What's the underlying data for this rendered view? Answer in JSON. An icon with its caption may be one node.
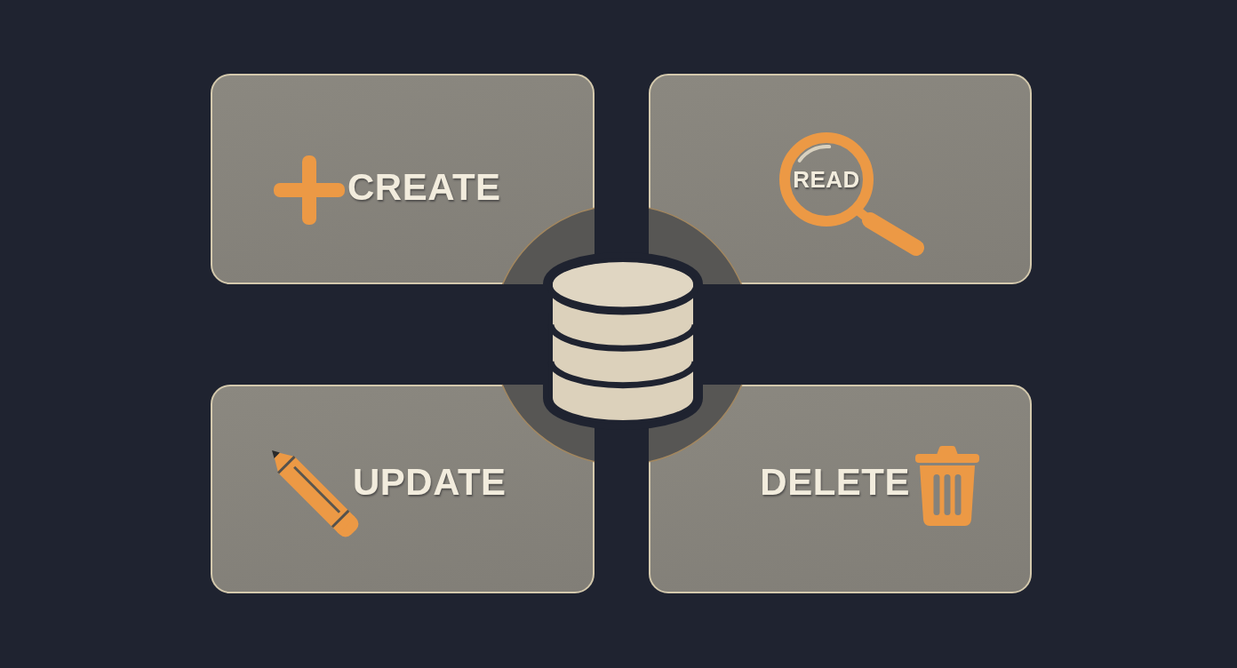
{
  "diagram": {
    "nodes": [
      {
        "text": [
          "CREATE"
        ]
      },
      {
        "text": [
          "READ"
        ]
      },
      {
        "text": [
          "UPDATE"
        ]
      },
      {
        "text": [
          "DELETE"
        ]
      },
      {
        "text": [],
        "shape": "cylinder"
      }
    ]
  }
}
